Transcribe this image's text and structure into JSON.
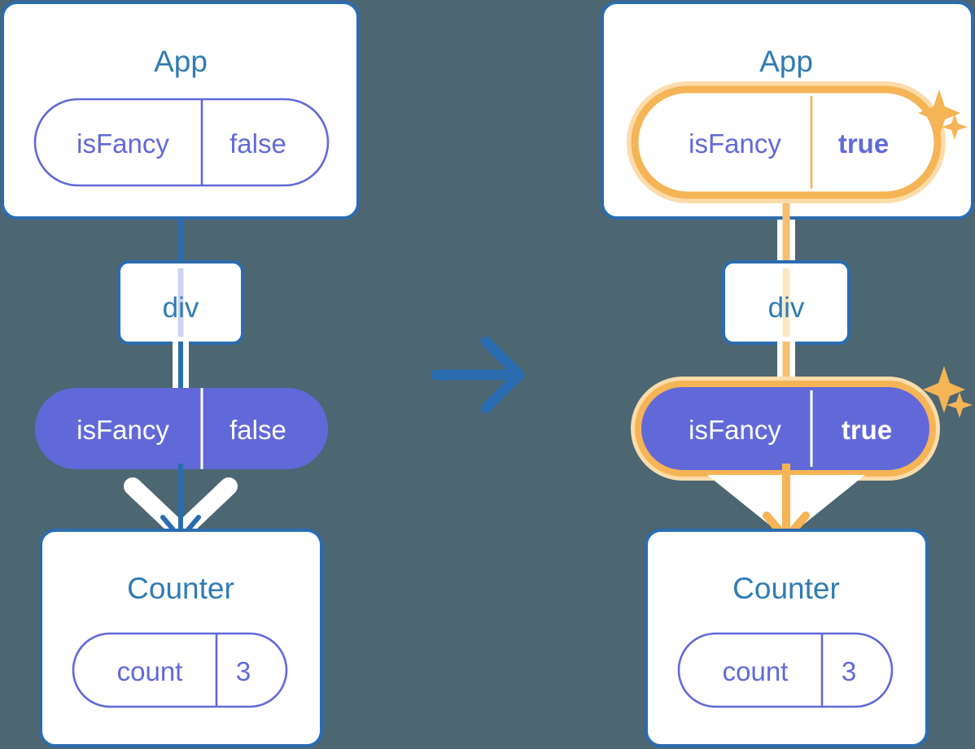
{
  "meta": {
    "title": "React state propagation diagram: isFancy false to true",
    "background_color": "#4c6672",
    "colors": {
      "card_border": "#2b6cb0",
      "card_fill": "#ffffff",
      "label_blue": "#2f7cb3",
      "pill_purple": "#6169d9",
      "pill_text_white": "#ffffff",
      "highlight_orange": "#f5b455",
      "highlight_orange_soft": "#fbdcab",
      "highlight_orange_line": "#fbc070",
      "connector_blue": "#2b6cb0",
      "connector_lavender": "#ccd5f2",
      "wing_white": "#ffffff"
    }
  },
  "transition_arrow": {
    "icon": "arrow-right-icon",
    "color": "#2b6cb0",
    "label": ""
  },
  "panels": [
    {
      "id": "before",
      "app": {
        "title": "App",
        "state_pill": {
          "key": "isFancy",
          "value": "false",
          "style": "outline",
          "highlighted": false,
          "value_bold": false
        },
        "sparkles": false
      },
      "div": {
        "label": "div",
        "connector_color": "#ccd5f2"
      },
      "props_pill": {
        "key": "isFancy",
        "value": "false",
        "style": "filled",
        "highlighted": false,
        "value_bold": false
      },
      "arrow": {
        "icon": "arrow-down-icon",
        "color": "#2b6cb0",
        "wings": true
      },
      "counter": {
        "title": "Counter",
        "state_pill": {
          "key": "count",
          "value": "3",
          "style": "outline",
          "highlighted": false,
          "value_bold": false
        }
      }
    },
    {
      "id": "after",
      "app": {
        "title": "App",
        "state_pill": {
          "key": "isFancy",
          "value": "true",
          "style": "outline",
          "highlighted": true,
          "value_bold": true
        },
        "sparkles": true
      },
      "div": {
        "label": "div",
        "connector_color": "#fbe7c6"
      },
      "props_pill": {
        "key": "isFancy",
        "value": "true",
        "style": "filled",
        "highlighted": true,
        "value_bold": true
      },
      "arrow": {
        "icon": "arrow-down-icon",
        "color": "#f5b455",
        "wings": true
      },
      "counter": {
        "title": "Counter",
        "state_pill": {
          "key": "count",
          "value": "3",
          "style": "outline",
          "highlighted": false,
          "value_bold": false
        }
      }
    }
  ]
}
